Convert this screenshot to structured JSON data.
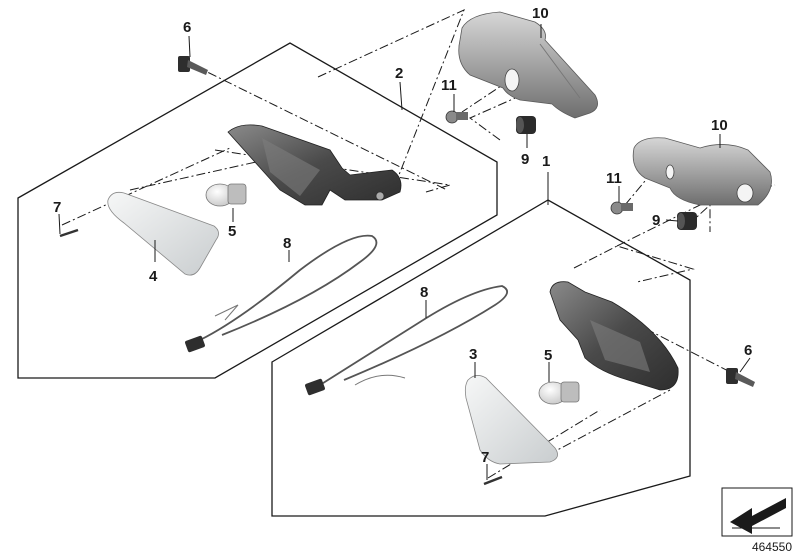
{
  "callouts": {
    "c1": "1",
    "c2": "2",
    "c3": "3",
    "c4": "4",
    "c5a": "5",
    "c5b": "5",
    "c6a": "6",
    "c6b": "6",
    "c7a": "7",
    "c7b": "7",
    "c8a": "8",
    "c8b": "8",
    "c9a": "9",
    "c9b": "9",
    "c10a": "10",
    "c10b": "10",
    "c11a": "11",
    "c11b": "11"
  },
  "reference_number": "464550",
  "icons": {
    "corner_symbol": "arrow-down-left-icon"
  },
  "colors": {
    "line": "#1a1a1a",
    "housing": "#555555",
    "mount": "#9a9a9a",
    "lens": "#e4e7e8"
  }
}
